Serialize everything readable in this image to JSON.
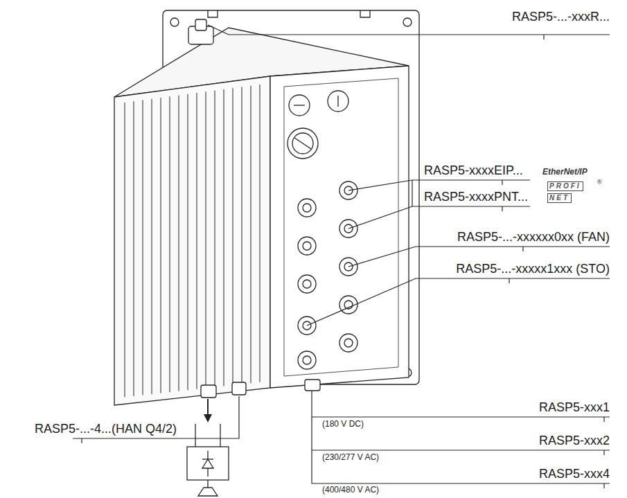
{
  "diagram": {
    "labels": [
      "RASP5-...-xxxR...",
      "RASP5-xxxxEIP...",
      "EtherNet/IP",
      "RASP5-xxxxPNT...",
      "PROFI",
      "NET",
      "®",
      "RASP5-...-xxxxxx0xx (FAN)",
      "RASP5-...-xxxxx1xxx (STO)",
      "RASP5-...-4...(HAN Q4/2)",
      "RASP5-xxx1",
      "(180 V DC)",
      "RASP5-xxx2",
      "(230/277 V AC)",
      "RASP5-xxx4",
      "(400/480 V AC)"
    ]
  }
}
